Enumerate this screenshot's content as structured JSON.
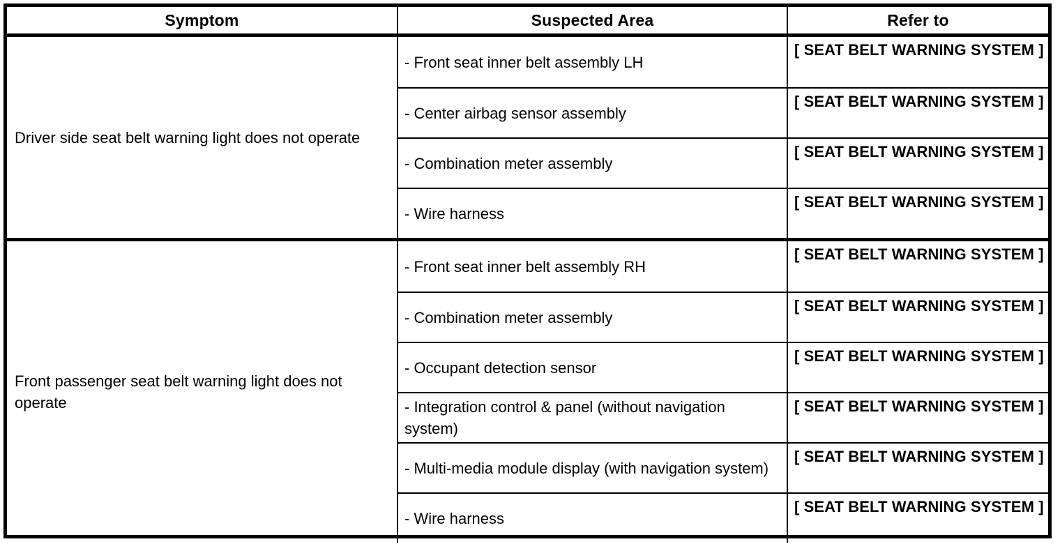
{
  "table": {
    "headers": {
      "symptom": "Symptom",
      "suspected_area": "Suspected Area",
      "refer_to": "Refer to"
    },
    "groups": [
      {
        "symptom": "Driver side seat belt warning light does not operate",
        "rows": [
          {
            "suspected_area": "- Front seat inner belt assembly LH",
            "refer_to": "[ SEAT BELT WARNING SYSTEM ]"
          },
          {
            "suspected_area": "- Center airbag sensor assembly",
            "refer_to": "[ SEAT BELT WARNING SYSTEM ]"
          },
          {
            "suspected_area": "- Combination meter assembly",
            "refer_to": "[ SEAT BELT WARNING SYSTEM ]"
          },
          {
            "suspected_area": "- Wire harness",
            "refer_to": "[ SEAT BELT WARNING SYSTEM ]"
          }
        ]
      },
      {
        "symptom": "Front passenger seat belt warning light does not operate",
        "rows": [
          {
            "suspected_area": "- Front seat inner belt assembly RH",
            "refer_to": "[ SEAT BELT WARNING SYSTEM ]"
          },
          {
            "suspected_area": "- Combination meter assembly",
            "refer_to": "[ SEAT BELT WARNING SYSTEM ]"
          },
          {
            "suspected_area": "- Occupant detection sensor",
            "refer_to": "[ SEAT BELT WARNING SYSTEM ]"
          },
          {
            "suspected_area": "- Integration control & panel (without navigation system)",
            "refer_to": "[ SEAT BELT WARNING SYSTEM ]"
          },
          {
            "suspected_area": "- Multi-media module display (with navigation system)",
            "refer_to": "[ SEAT BELT WARNING SYSTEM ]"
          },
          {
            "suspected_area": "- Wire harness",
            "refer_to": "[ SEAT BELT WARNING SYSTEM ]"
          }
        ]
      }
    ]
  }
}
